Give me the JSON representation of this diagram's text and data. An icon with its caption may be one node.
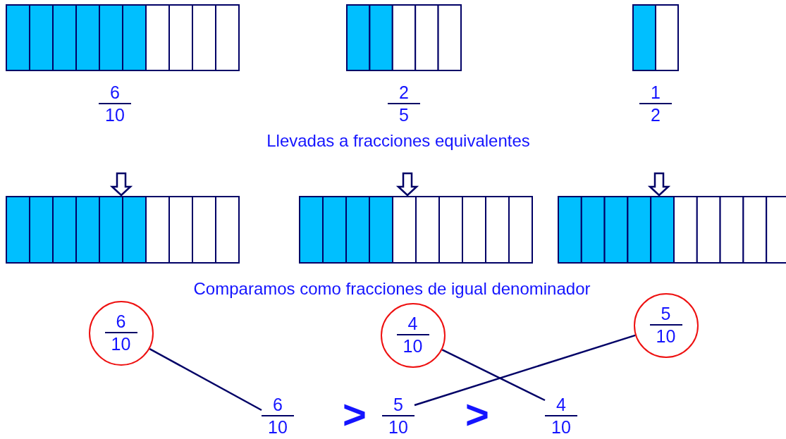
{
  "diagram": {
    "nodes": [
      {
        "text": [],
        "shape": "bar",
        "beside": [
          "6",
          "10"
        ]
      },
      {
        "text": [],
        "shape": "bar",
        "beside": [
          "2",
          "5"
        ]
      },
      {
        "text": [],
        "shape": "bar",
        "beside": [
          "1",
          "2"
        ]
      },
      {
        "text": [],
        "shape": "bar"
      },
      {
        "text": [],
        "shape": "bar"
      },
      {
        "text": [],
        "shape": "bar"
      },
      {
        "text": [
          "6",
          "10"
        ]
      },
      {
        "text": [
          "4",
          "10"
        ]
      },
      {
        "text": [
          "5",
          "10"
        ]
      },
      {
        "text": [
          "6",
          "10"
        ]
      },
      {
        "text": [
          "5",
          "10"
        ]
      },
      {
        "text": [
          "4",
          "10"
        ]
      }
    ],
    "edges": [
      {
        "from": null,
        "to": 3,
        "arrow": "to"
      },
      {
        "from": null,
        "to": 4,
        "arrow": "to"
      },
      {
        "from": null,
        "to": 5,
        "arrow": "to"
      },
      {
        "from": 6,
        "to": 9,
        "arrow": "none"
      },
      {
        "from": 7,
        "to": 11,
        "arrow": "none"
      },
      {
        "from": 8,
        "to": 10,
        "arrow": "none"
      }
    ],
    "labels": [
      "Llevadas a fracciones equivalentes",
      "Comparamos como fracciones de igual denominador",
      ">",
      ">"
    ]
  }
}
